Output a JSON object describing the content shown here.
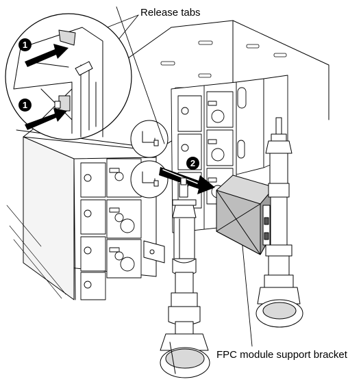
{
  "labels": {
    "release_tabs": "Release tabs",
    "bracket": "FPC module support bracket"
  },
  "steps": {
    "step1": "1",
    "step2": "2"
  },
  "colors": {
    "line": "#000000",
    "fill": "#ffffff",
    "shade": "#d9d9d9",
    "dark": "#555555"
  }
}
